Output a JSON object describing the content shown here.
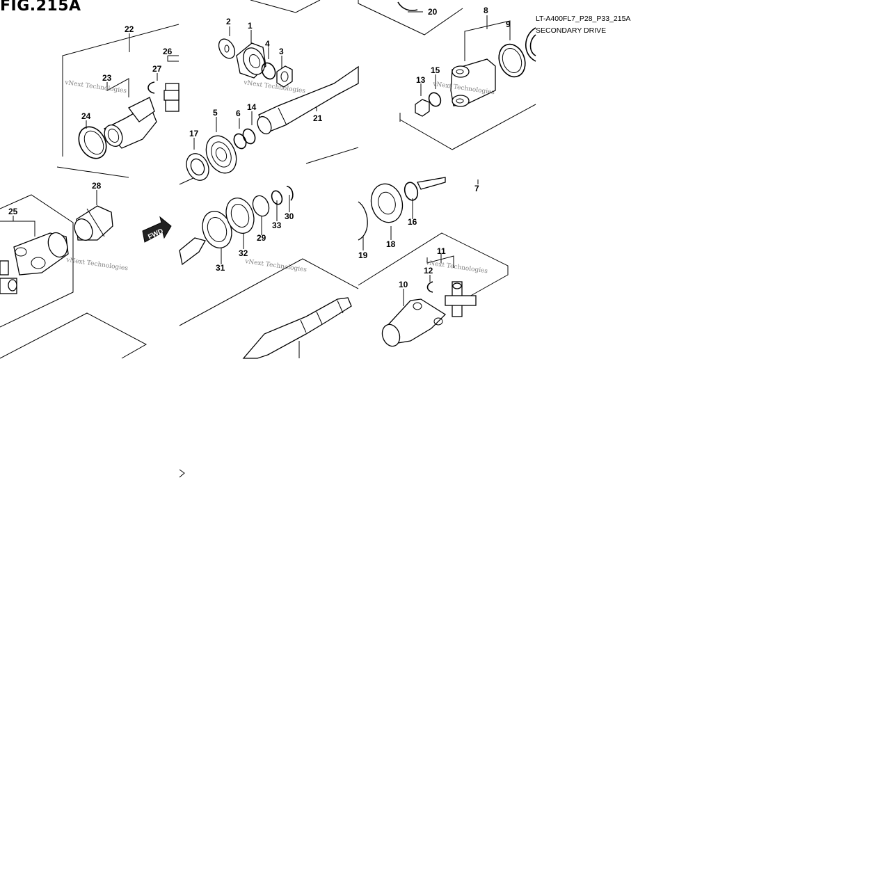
{
  "figure": {
    "title": "FIG.215A",
    "code": "LT-A400FL7_P28_P33_215A",
    "subtitle": "SECONDARY DRIVE",
    "watermark": "vNext Technologies",
    "fwd_label": "FWD"
  },
  "callouts": [
    "1",
    "2",
    "3",
    "4",
    "5",
    "6",
    "7",
    "8",
    "9",
    "10",
    "11",
    "12",
    "13",
    "14",
    "15",
    "16",
    "17",
    "18",
    "19",
    "20",
    "21",
    "22",
    "23",
    "24",
    "25",
    "26",
    "27",
    "28",
    "29",
    "30",
    "31",
    "32",
    "33"
  ]
}
